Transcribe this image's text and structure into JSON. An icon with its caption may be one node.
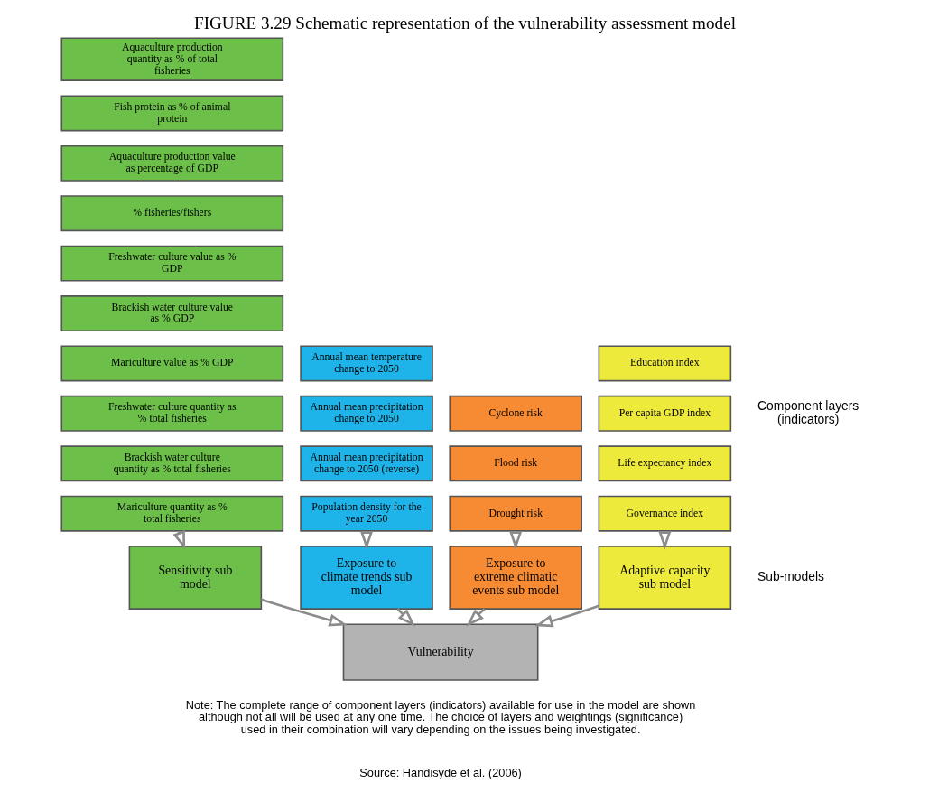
{
  "diagram": {
    "title": "FIGURE 3.29 Schematic representation of the vulnerability assessment model",
    "nodes": [
      {
        "text": [
          "Aquaculture production quantity as % of total fisheries"
        ]
      },
      {
        "text": [
          "Fish protein as % of animal protein"
        ]
      },
      {
        "text": [
          "Aquaculture production value as percentage of GDP"
        ]
      },
      {
        "text": [
          "% fisheries/fishers"
        ]
      },
      {
        "text": [
          "Freshwater culture value as % GDP"
        ]
      },
      {
        "text": [
          "Brackish water culture value as % GDP"
        ]
      },
      {
        "text": [
          "Mariculture value as % GDP"
        ]
      },
      {
        "text": [
          "Freshwater culture quantity as % total fisheries"
        ]
      },
      {
        "text": [
          "Brackish water culture quantity as % total fisheries"
        ]
      },
      {
        "text": [
          "Mariculture quantity as % total fisheries"
        ]
      },
      {
        "text": [
          "Annual mean temperature change to 2050"
        ]
      },
      {
        "text": [
          "Annual mean precipitation change to 2050"
        ]
      },
      {
        "text": [
          "Annual mean precipitation change to 2050 (reverse)"
        ]
      },
      {
        "text": [
          "Population density for the year 2050"
        ]
      },
      {
        "text": [
          "Cyclone risk"
        ]
      },
      {
        "text": [
          "Flood risk"
        ]
      },
      {
        "text": [
          "Drought risk"
        ]
      },
      {
        "text": [
          "Education index"
        ]
      },
      {
        "text": [
          "Per capita GDP index"
        ]
      },
      {
        "text": [
          "Life expectancy index"
        ]
      },
      {
        "text": [
          "Governance index"
        ]
      },
      {
        "text": [
          "Sensitivity sub model"
        ]
      },
      {
        "text": [
          "Exposure to climate trends sub model"
        ]
      },
      {
        "text": [
          "Exposure to extreme climatic events sub model"
        ]
      },
      {
        "text": [
          "Adaptive capacity sub model"
        ]
      },
      {
        "text": [
          "Vulnerability"
        ]
      }
    ],
    "edges": [
      {
        "from": 9,
        "to": 21,
        "arrow": "to"
      },
      {
        "from": 13,
        "to": 22,
        "arrow": "to"
      },
      {
        "from": 16,
        "to": 23,
        "arrow": "to"
      },
      {
        "from": 20,
        "to": 24,
        "arrow": "to"
      },
      {
        "from": 21,
        "to": 25,
        "arrow": "to"
      },
      {
        "from": 22,
        "to": 25,
        "arrow": "to"
      },
      {
        "from": 23,
        "to": 25,
        "arrow": "to"
      },
      {
        "from": 24,
        "to": 25,
        "arrow": "to"
      }
    ],
    "labels": [
      "Component layers (indicators)",
      "Sub-models",
      "Note: The complete range of component layers (indicators) available for use in the model are shown although not all will be used at any one time. The choice of layers and weightings (significance) used in their combination will vary depending on the issues being investigated.",
      "Source: Handisyde et al. (2006)"
    ]
  }
}
